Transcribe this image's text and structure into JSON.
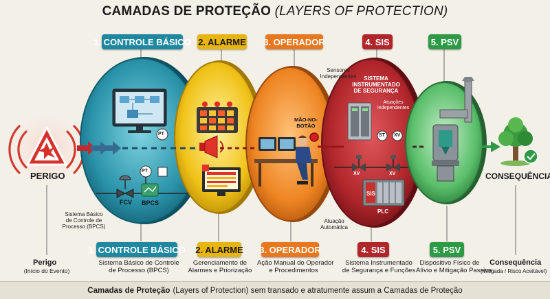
{
  "title": {
    "main": "CAMADAS DE PROTEÇÃO",
    "sub": "(LAYERS OF PROTECTION)"
  },
  "hazard": {
    "label": "PERIGO",
    "caption_title": "Perigo",
    "caption_sub": "(Início do Evento)"
  },
  "consequence": {
    "label": "CONSEQUÊNCIA",
    "caption_title": "Consequência",
    "caption_sub": "(Mitigada / Risco Aceitável)"
  },
  "layers": [
    {
      "top_label": "1. CONTROLE BÁSICO",
      "bottom_label": "1. CONTROLE BÁSICO",
      "desc": "Sistema Básico de Controle\nde Processo (BPCS)",
      "color": "#1f88a0"
    },
    {
      "top_label": "2. ALARME",
      "bottom_label": "2. ALARME",
      "desc": "Gerenciamento de\nAlarmes e Priorização",
      "color": "#e7b50e"
    },
    {
      "top_label": "3. OPERADOR",
      "bottom_label": "3. OPERADOR",
      "desc": "Ação Manual do Operador\ne Procedimentos",
      "color": "#e8781f"
    },
    {
      "top_label": "4. SIS",
      "bottom_label": "4. SIS",
      "desc": "Sistema Instrumentado\nde Segurança e Funções",
      "color": "#b0262b"
    },
    {
      "top_label": "5. PSV",
      "bottom_label": "5. PSV",
      "desc": "Dispositivo Físico de\nAlívio e Mitigação Passiva",
      "color": "#2e9a45"
    }
  ],
  "annotations": {
    "bpcs_side": "Sistema Básico\nde Controle de\nProcesso (BPCS)",
    "fcv": "FCV",
    "bpcs": "BPCS",
    "pt": "PT",
    "mao_botao": "MÃO-NO-\nBOTÃO",
    "sensores": "Sensores\nIndependentes",
    "sis_title": "SISTEMA\nINSTRUMENTADO\nDE SEGURANÇA",
    "atuacoes": "Atuações\nIndependentes",
    "st": "ST",
    "xv": "XV",
    "sis": "SIS",
    "plc": "PLC",
    "atuacao_auto": "Atuação\nAutomática"
  },
  "footer": {
    "bold": "Camadas de Proteção",
    "text": "(Layers of Protection) sem transado e atratumente assum a Camadas de Proteção"
  }
}
